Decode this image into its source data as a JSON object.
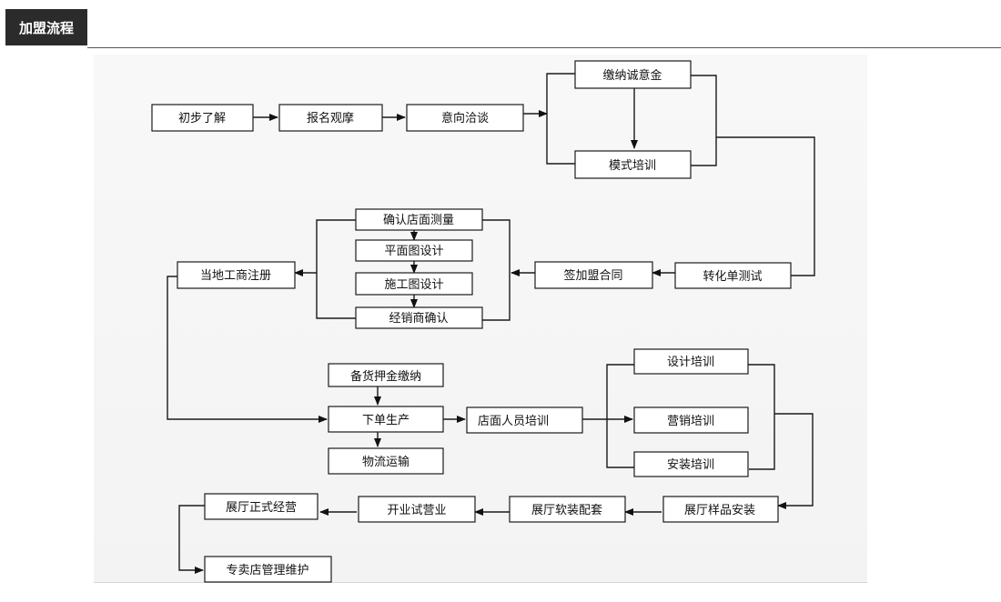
{
  "header": {
    "title": "加盟流程"
  },
  "steps": {
    "initial_understanding": "初步了解",
    "register_visit": "报名观摩",
    "intention_talk": "意向洽谈",
    "earnest_money": "缴纳诚意金",
    "mode_training": "模式培训",
    "order_conversion_test": "转化单测试",
    "sign_contract": "签加盟合同",
    "confirm_store_measure": "确认店面测量",
    "floor_plan_design": "平面图设计",
    "construction_design": "施工图设计",
    "dealer_confirm": "经销商确认",
    "local_business_registration": "当地工商注册",
    "stock_deposit": "备货押金缴纳",
    "place_order": "下单生产",
    "logistics": "物流运输",
    "store_staff_training": "店面人员培训",
    "design_training": "设计培训",
    "sales_training": "营销培训",
    "install_training": "安装培训",
    "showroom_sample_install": "展厅样品安装",
    "showroom_soft_furnishing": "展厅软装配套",
    "trial_operation": "开业试营业",
    "formal_operation": "展厅正式经营",
    "store_management": "专卖店管理维护"
  }
}
